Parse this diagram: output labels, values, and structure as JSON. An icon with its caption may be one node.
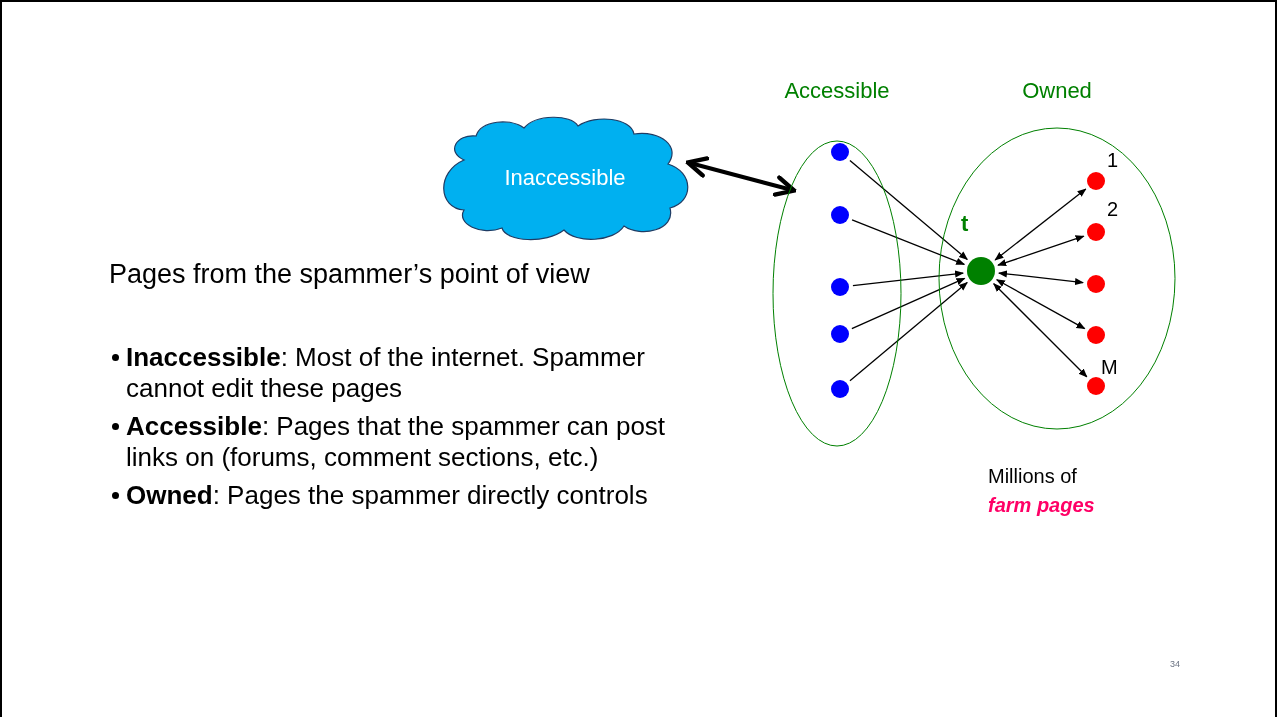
{
  "diagram": {
    "nodes": [
      {
        "text": [
          "Inaccessible"
        ]
      },
      {
        "text": [
          "Accessible"
        ]
      },
      {
        "text": [
          "Owned"
        ]
      },
      {
        "text": [],
        "shape": "circle",
        "in": 1
      },
      {
        "text": [],
        "shape": "circle",
        "in": 1
      },
      {
        "text": [],
        "shape": "circle",
        "in": 1
      },
      {
        "text": [],
        "shape": "circle",
        "in": 1
      },
      {
        "text": [],
        "shape": "circle",
        "in": 1
      },
      {
        "text": [],
        "shape": "circle",
        "in": 2,
        "beside": [
          "t"
        ]
      },
      {
        "text": [],
        "shape": "circle",
        "in": 2,
        "beside": [
          "1"
        ]
      },
      {
        "text": [],
        "shape": "circle",
        "in": 2,
        "beside": [
          "2"
        ]
      },
      {
        "text": [],
        "shape": "circle",
        "in": 2
      },
      {
        "text": [],
        "shape": "circle",
        "in": 2
      },
      {
        "text": [],
        "shape": "circle",
        "in": 2,
        "beside": [
          "M"
        ]
      }
    ],
    "edges": [
      {
        "from": 0,
        "to": 1,
        "arrow": "both",
        "style": "thick"
      },
      {
        "from": 3,
        "to": 8,
        "arrow": "to"
      },
      {
        "from": 4,
        "to": 8,
        "arrow": "to"
      },
      {
        "from": 5,
        "to": 8,
        "arrow": "to"
      },
      {
        "from": 6,
        "to": 8,
        "arrow": "to"
      },
      {
        "from": 7,
        "to": 8,
        "arrow": "to"
      },
      {
        "from": 8,
        "to": 9,
        "arrow": "both"
      },
      {
        "from": 8,
        "to": 10,
        "arrow": "both"
      },
      {
        "from": 8,
        "to": 11,
        "arrow": "both"
      },
      {
        "from": 8,
        "to": 12,
        "arrow": "both"
      },
      {
        "from": 8,
        "to": 13,
        "arrow": "both"
      }
    ],
    "labels": [
      "Pages from the spammer’s point of view",
      "**Inaccessible**: Most of the internet. Spammer cannot edit these pages",
      "**Accessible**: Pages that the spammer can post links on (forums, comment sections, etc.)",
      "**Owned**: Pages the spammer directly controls",
      "Millions of *farm pages*",
      "34"
    ]
  }
}
